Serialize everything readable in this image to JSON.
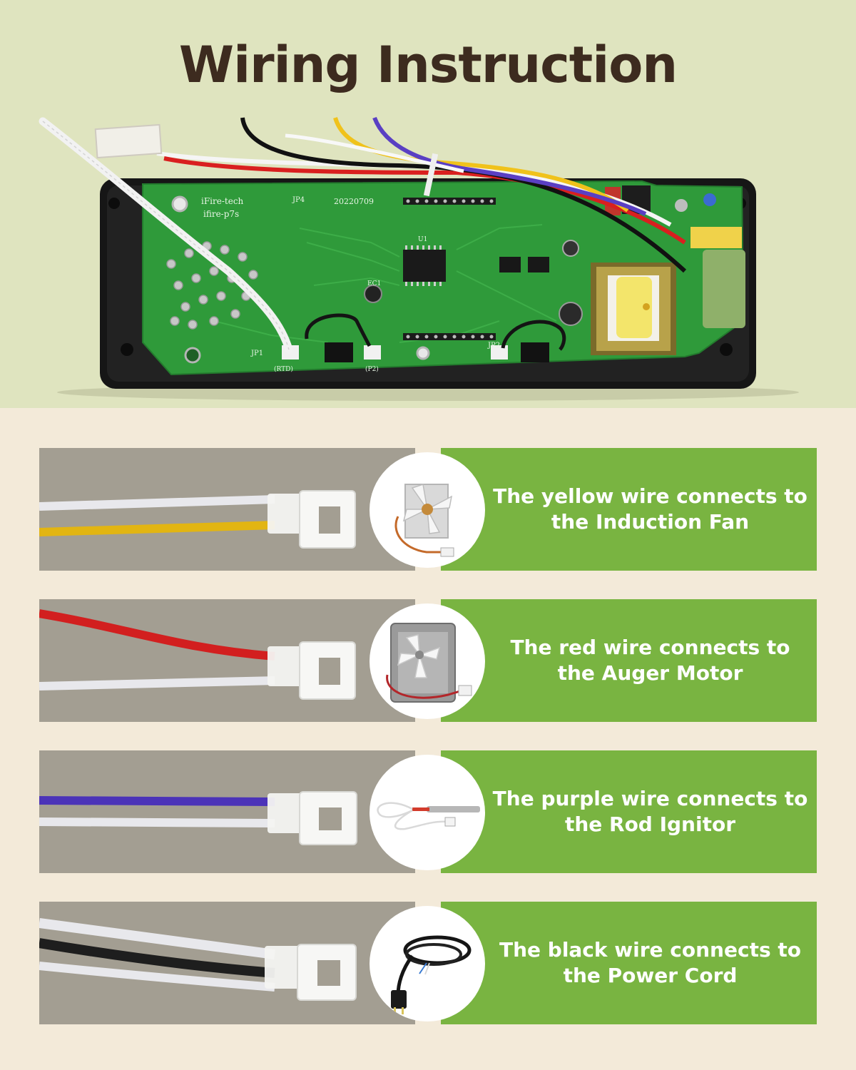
{
  "page": {
    "title": "Wiring Instruction"
  },
  "board": {
    "silkscreen": {
      "brand": "iFire-tech",
      "model": "ifire-p7s",
      "date": "20220709",
      "jp1": "JP1",
      "jp2": "JP2",
      "jp4": "JP4",
      "rtd": "(RTD)",
      "p2": "(P2)",
      "ec1": "EC1",
      "u1": "U1"
    }
  },
  "rows": [
    {
      "wire_color": "#e2b512",
      "caption_line1": "The yellow wire connects to",
      "caption_line2": "the Induction Fan",
      "icon": "induction-fan-icon"
    },
    {
      "wire_color": "#d21f1f",
      "caption_line1": "The red wire connects to",
      "caption_line2": "the Auger Motor",
      "icon": "auger-motor-icon"
    },
    {
      "wire_color": "#4b33b8",
      "caption_line1": "The purple wire connects to",
      "caption_line2": "the Rod Ignitor",
      "icon": "rod-ignitor-icon"
    },
    {
      "wire_color": "#1e1e1e",
      "caption_line1": "The black wire connects to",
      "caption_line2": "the Power Cord",
      "icon": "power-cord-icon"
    }
  ],
  "colors": {
    "hero_bg": "#dfe4bf",
    "page_bg": "#f3ead9",
    "title": "#3d2b1f",
    "panel_green": "#79b441",
    "panel_gray": "#a39e92",
    "pcb_green": "#2f9a3a"
  }
}
